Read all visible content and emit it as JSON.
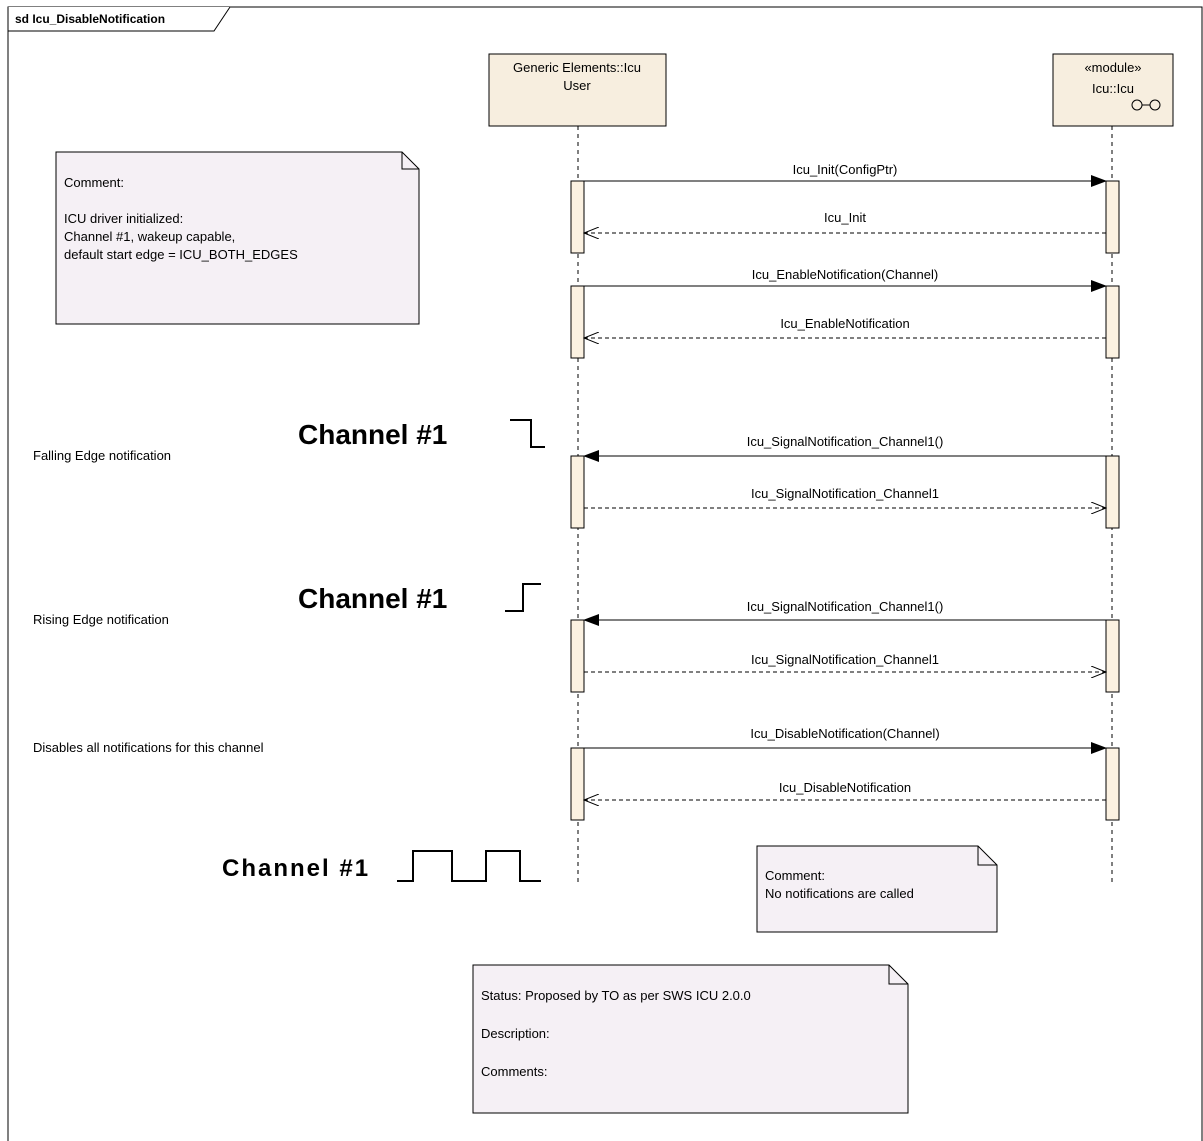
{
  "frame": {
    "title": "sd Icu_DisableNotification"
  },
  "lifelines": {
    "user": {
      "line1": "Generic Elements::Icu",
      "line2": "User"
    },
    "icu": {
      "stereotype": "«module»",
      "name": "Icu::Icu"
    }
  },
  "comment_init": {
    "lines": [
      "Comment:",
      "",
      "ICU driver initialized:",
      "Channel #1, wakeup capable,",
      "default start edge = ICU_BOTH_EDGES"
    ]
  },
  "messages": {
    "m1": "Icu_Init(ConfigPtr)",
    "m2": "Icu_Init",
    "m3": "Icu_EnableNotification(Channel)",
    "m4": "Icu_EnableNotification",
    "m5": "Icu_SignalNotification_Channel1()",
    "m6": "Icu_SignalNotification_Channel1",
    "m7": "Icu_SignalNotification_Channel1()",
    "m8": "Icu_SignalNotification_Channel1",
    "m9": "Icu_DisableNotification(Channel)",
    "m10": "Icu_DisableNotification"
  },
  "annotations": {
    "falling": "Falling Edge notification",
    "rising": "Rising Edge notification",
    "disables": "Disables all notifications for this channel"
  },
  "channels": {
    "c1": "Channel #1",
    "c2": "Channel #1",
    "c3": "Channel #1"
  },
  "comment_none": {
    "line1": "Comment:",
    "line2": "No notifications are called"
  },
  "status_note": {
    "status": "Status: Proposed by TO as per SWS ICU 2.0.0",
    "description": "Description:",
    "comments": "Comments:"
  },
  "colors": {
    "lifeline_head": "#f7eedf",
    "activation": "#fbf1e1",
    "note": "#f5f0f5",
    "line": "#000000"
  }
}
